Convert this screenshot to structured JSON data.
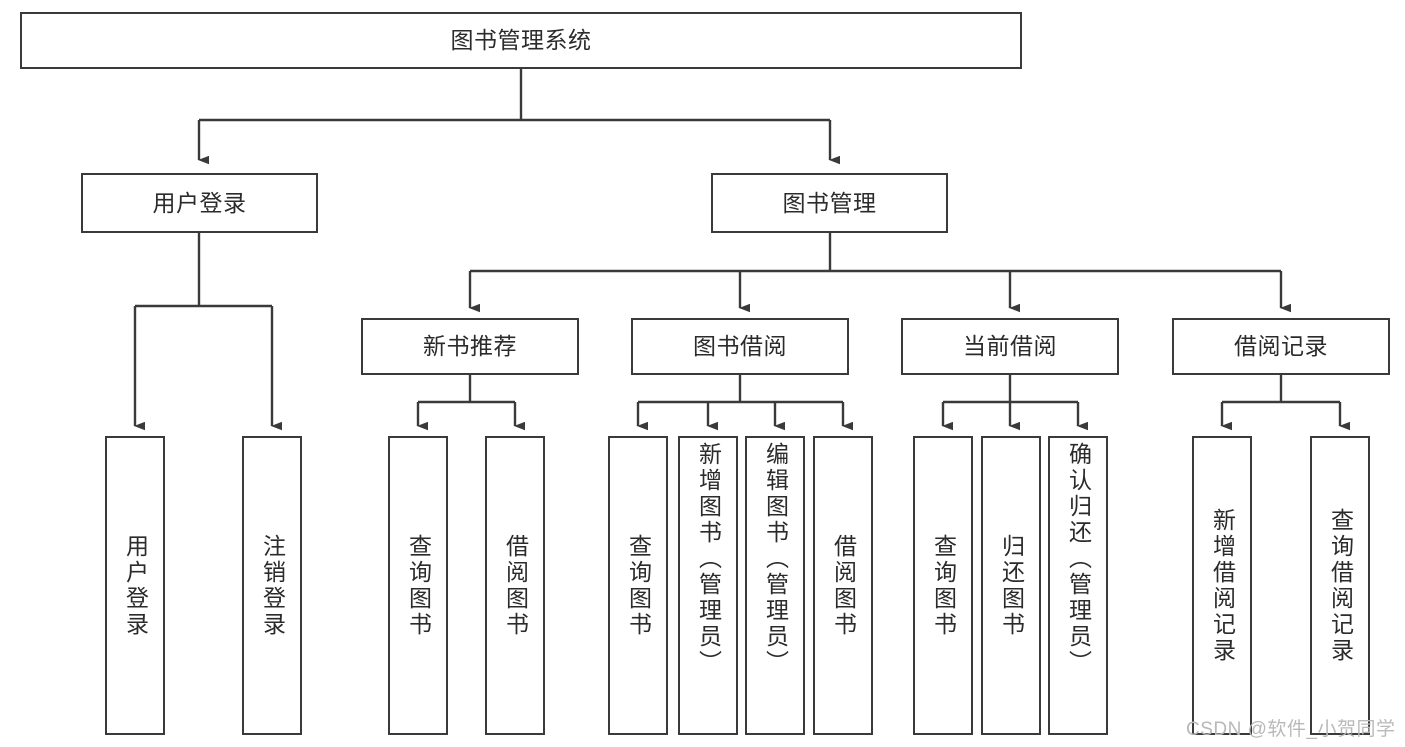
{
  "diagram": {
    "type": "tree-hierarchy-chart",
    "title": "图书管理系统",
    "orientation": "top-down",
    "colors": {
      "box_border": "#3a3a3a",
      "box_fill": "#ffffff",
      "connector": "#3a3a3a",
      "text": "#2b2b2b",
      "watermark": "#b9b9b9",
      "background": "#ffffff"
    },
    "root": {
      "id": "root",
      "label": "图书管理系统",
      "level": 0
    },
    "level1": [
      {
        "id": "user-login",
        "label": "用户登录"
      },
      {
        "id": "book-manage",
        "label": "图书管理"
      }
    ],
    "level2": [
      {
        "id": "new-book-recommend",
        "label": "新书推荐",
        "parent": "book-manage"
      },
      {
        "id": "book-borrow",
        "label": "图书借阅",
        "parent": "book-manage"
      },
      {
        "id": "current-borrow",
        "label": "当前借阅",
        "parent": "book-manage"
      },
      {
        "id": "borrow-record",
        "label": "借阅记录",
        "parent": "book-manage"
      }
    ],
    "leaves": {
      "user-login": [
        {
          "id": "leaf-user-login",
          "label": "用户登录"
        },
        {
          "id": "leaf-user-logout",
          "label": "注销登录"
        }
      ],
      "new-book-recommend": [
        {
          "id": "leaf-query-book-1",
          "label": "查询图书"
        },
        {
          "id": "leaf-borrow-book-1",
          "label": "借阅图书"
        }
      ],
      "book-borrow": [
        {
          "id": "leaf-query-book-2",
          "label": "查询图书"
        },
        {
          "id": "leaf-add-book",
          "label": "新增图书（管理员）"
        },
        {
          "id": "leaf-edit-book",
          "label": "编辑图书（管理员）"
        },
        {
          "id": "leaf-borrow-book-2",
          "label": "借阅图书"
        }
      ],
      "current-borrow": [
        {
          "id": "leaf-query-book-3",
          "label": "查询图书"
        },
        {
          "id": "leaf-return-book",
          "label": "归还图书"
        },
        {
          "id": "leaf-confirm-return",
          "label": "确认归还（管理员）"
        }
      ],
      "borrow-record": [
        {
          "id": "leaf-add-record",
          "label": "新增借阅记录"
        },
        {
          "id": "leaf-query-record",
          "label": "查询借阅记录"
        }
      ]
    },
    "watermark": "CSDN @软件_小贺同学"
  }
}
